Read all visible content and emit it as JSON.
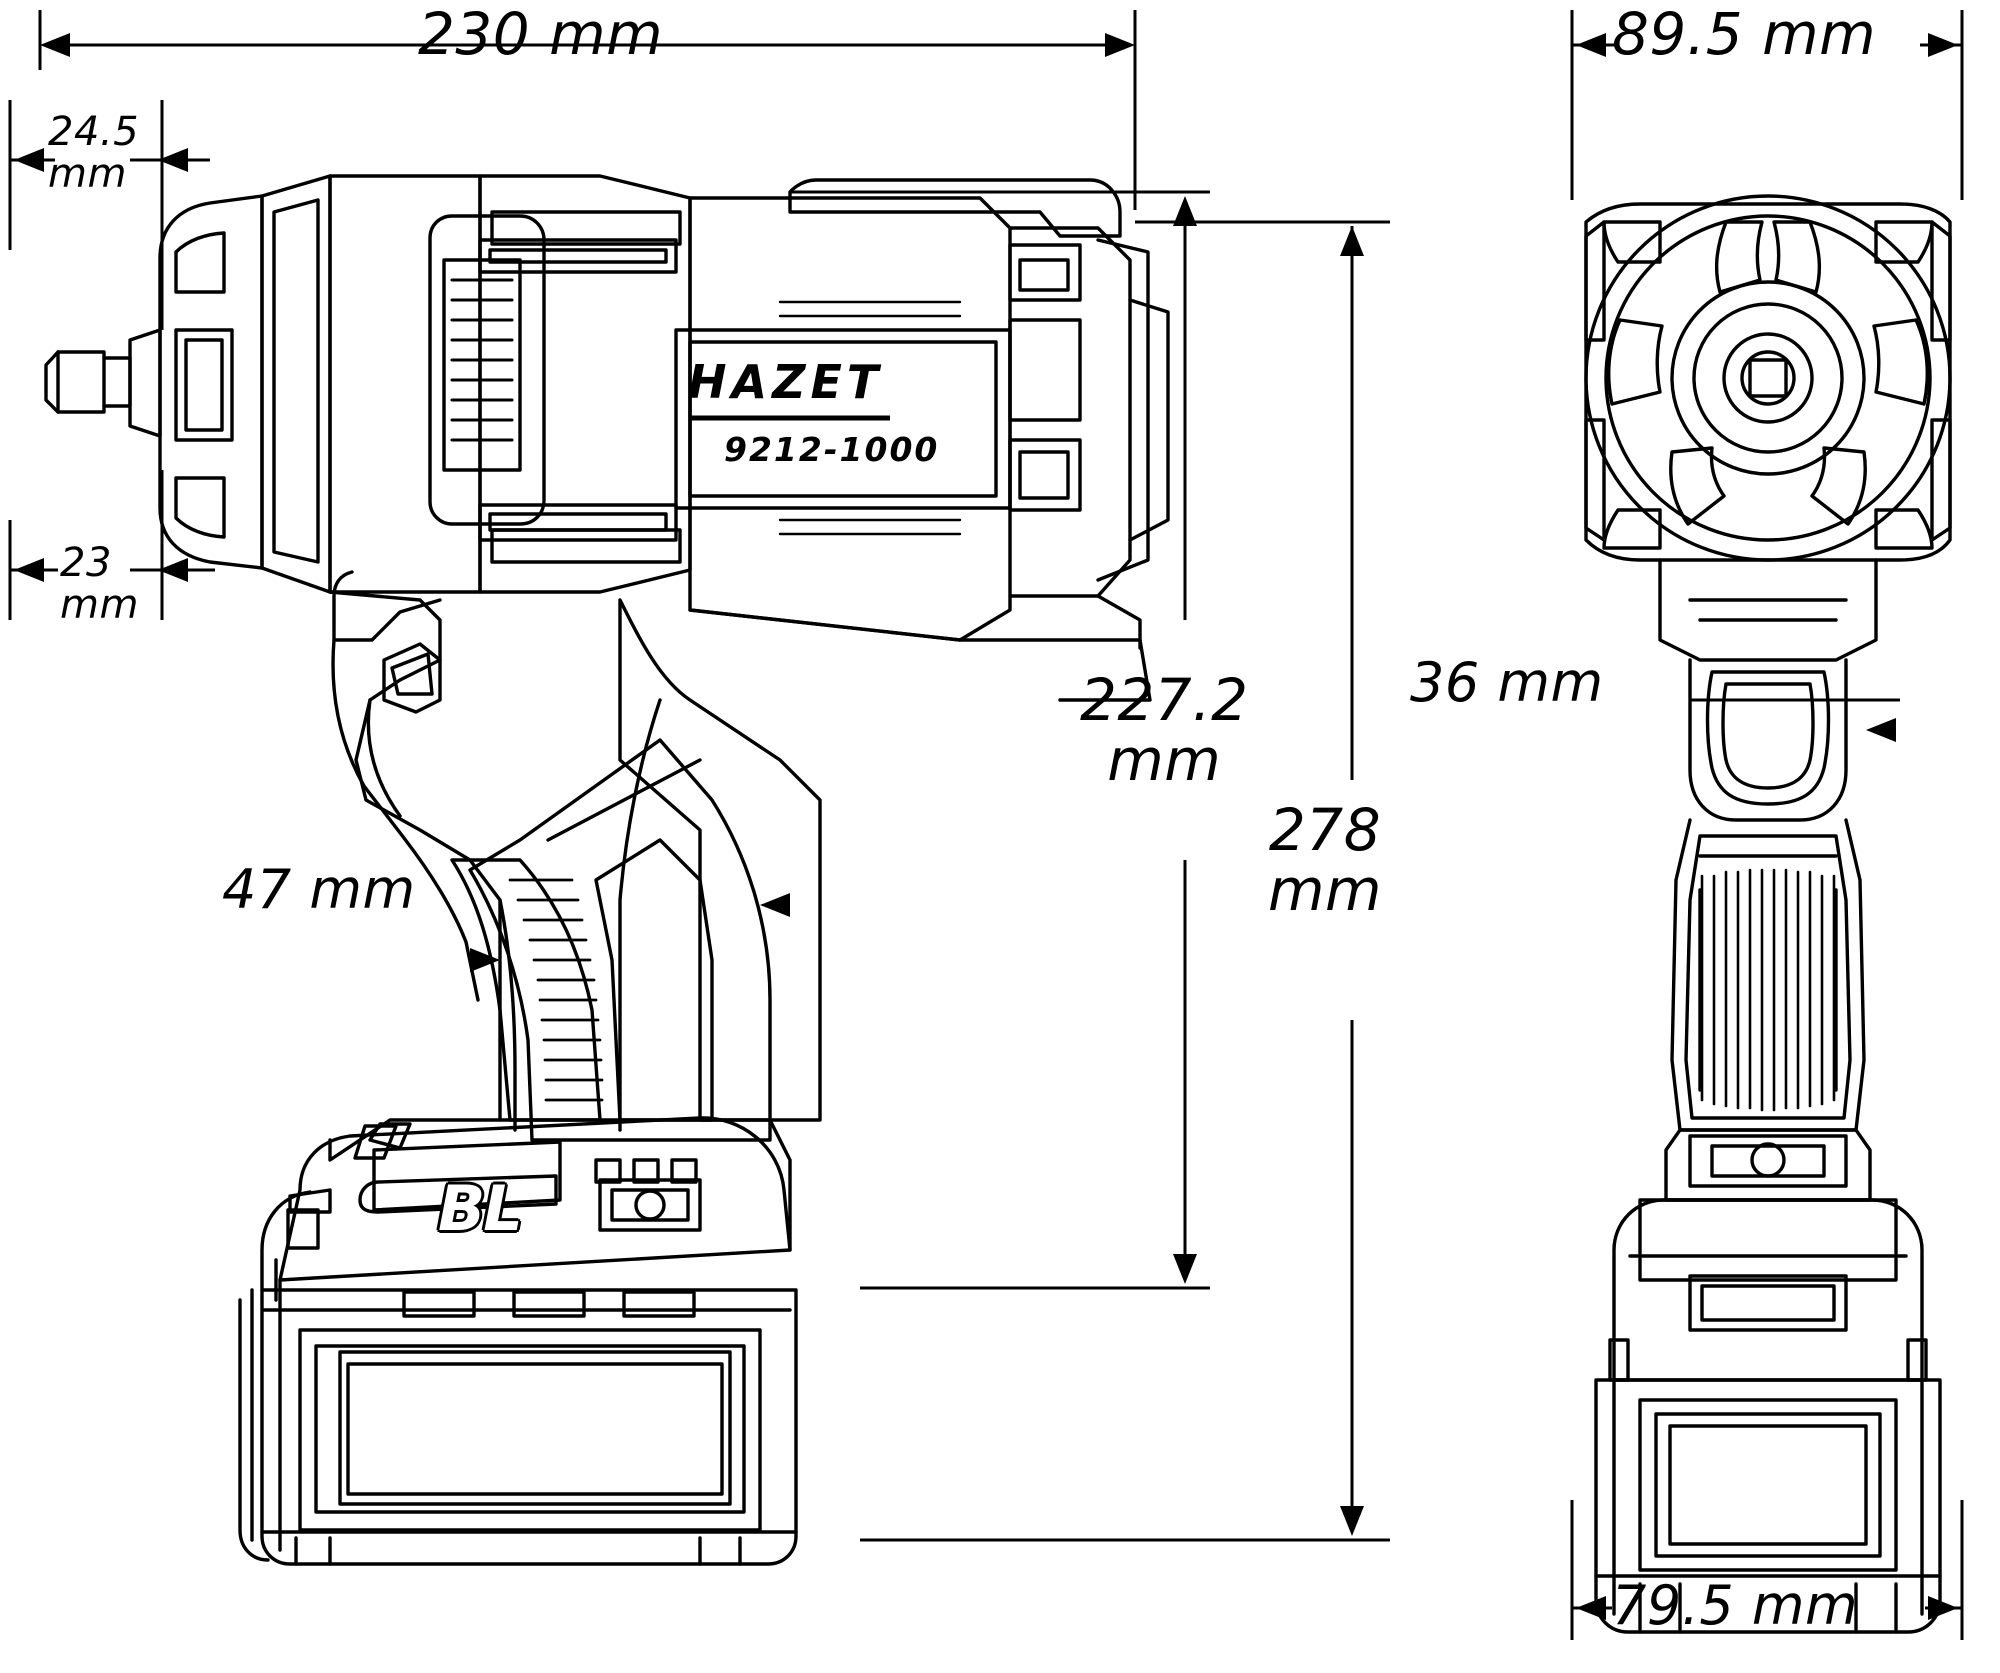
{
  "drawing": {
    "title": "HAZET 9212-1000 cordless impact wrench dimension drawing",
    "product_brand": "HAZET",
    "product_model": "9212-1000",
    "motor_badge": "BL",
    "views": [
      {
        "name": "side-view",
        "label": "side view"
      },
      {
        "name": "front-view",
        "label": "front view"
      }
    ],
    "line_color": "#000000",
    "background_color": "#ffffff"
  },
  "dimensions": {
    "overall_length": "230 mm",
    "square_drive_length": "24.5\nmm",
    "square_drive_width": "23\nmm",
    "grip_width": "47 mm",
    "body_height": "227.2\nmm",
    "overall_height": "278\nmm",
    "head_width": "89.5 mm",
    "grip_depth": "36 mm",
    "battery_width": "79.5 mm"
  }
}
